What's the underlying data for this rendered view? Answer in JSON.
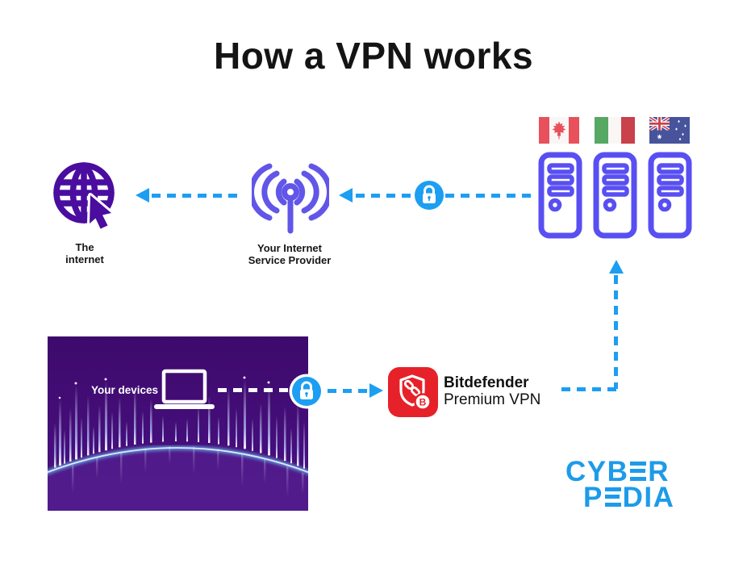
{
  "title": "How a VPN works",
  "flow": {
    "internet_label": [
      "The",
      "internet"
    ],
    "isp_label": [
      "Your Internet",
      "Service Provider"
    ],
    "devices_label": "Your devices",
    "vpn_name": "Bitdefender",
    "vpn_product": "Premium VPN",
    "server_flags": [
      "Canada",
      "Italy",
      "Australia"
    ]
  },
  "branding": {
    "logo_line1": "CYBER",
    "logo_line2": "PEDIA"
  },
  "icons": {
    "internet": "globe-with-cursor-icon",
    "isp": "antenna-signal-icon",
    "encryption": "lock-icon",
    "servers": "server-tower-icon",
    "devices": "laptop-icon",
    "vpn_app": "bitdefender-shield-chain-icon"
  },
  "colors": {
    "arrow_blue": "#1c9ef2",
    "globe_purple": "#4a0d9f",
    "isp_indigo": "#6156e8",
    "server_indigo": "#584ff2",
    "bitdefender_red": "#e62129",
    "logo_blue": "#1d9be9",
    "scene_purple": "#400c72",
    "text_dark": "#141414"
  }
}
